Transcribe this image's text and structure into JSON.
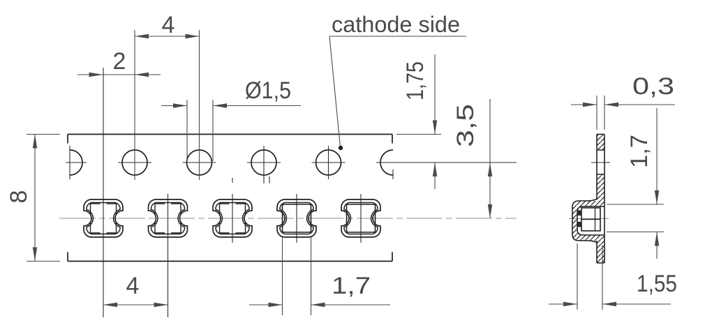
{
  "drawing": {
    "type": "carrier-tape-technical-drawing",
    "annotations": {
      "cathode_callout": "cathode side"
    },
    "top_view": {
      "dimensions": {
        "hole_pitch": "4",
        "hole_to_pocket_offset": "2",
        "hole_diameter": "Ø1,5",
        "edge_to_hole_center": "1,75",
        "hole_center_to_pocket_center": "3,5",
        "tape_width": "8",
        "pocket_pitch": "4",
        "pocket_opening": "1,7"
      }
    },
    "side_view": {
      "dimensions": {
        "tape_thickness": "0,3",
        "pocket_inner_height": "1,7",
        "pocket_depth": "1,55"
      }
    },
    "colors": {
      "outline": "#1f1f1f",
      "dimension": "#4a4a4a",
      "centerline": "#8f8f8f",
      "background": "#ffffff"
    }
  }
}
